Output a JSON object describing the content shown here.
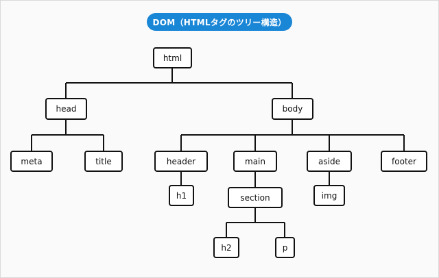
{
  "title": "DOM（HTMLタグのツリー構造）",
  "colors": {
    "accent": "#1a86d6",
    "line": "#111111",
    "background": "#fafafa"
  },
  "nodes": {
    "html": "html",
    "head": "head",
    "body": "body",
    "meta": "meta",
    "title": "title",
    "header": "header",
    "main": "main",
    "aside": "aside",
    "footer": "footer",
    "h1": "h1",
    "section": "section",
    "img": "img",
    "h2": "h2",
    "p": "p"
  }
}
